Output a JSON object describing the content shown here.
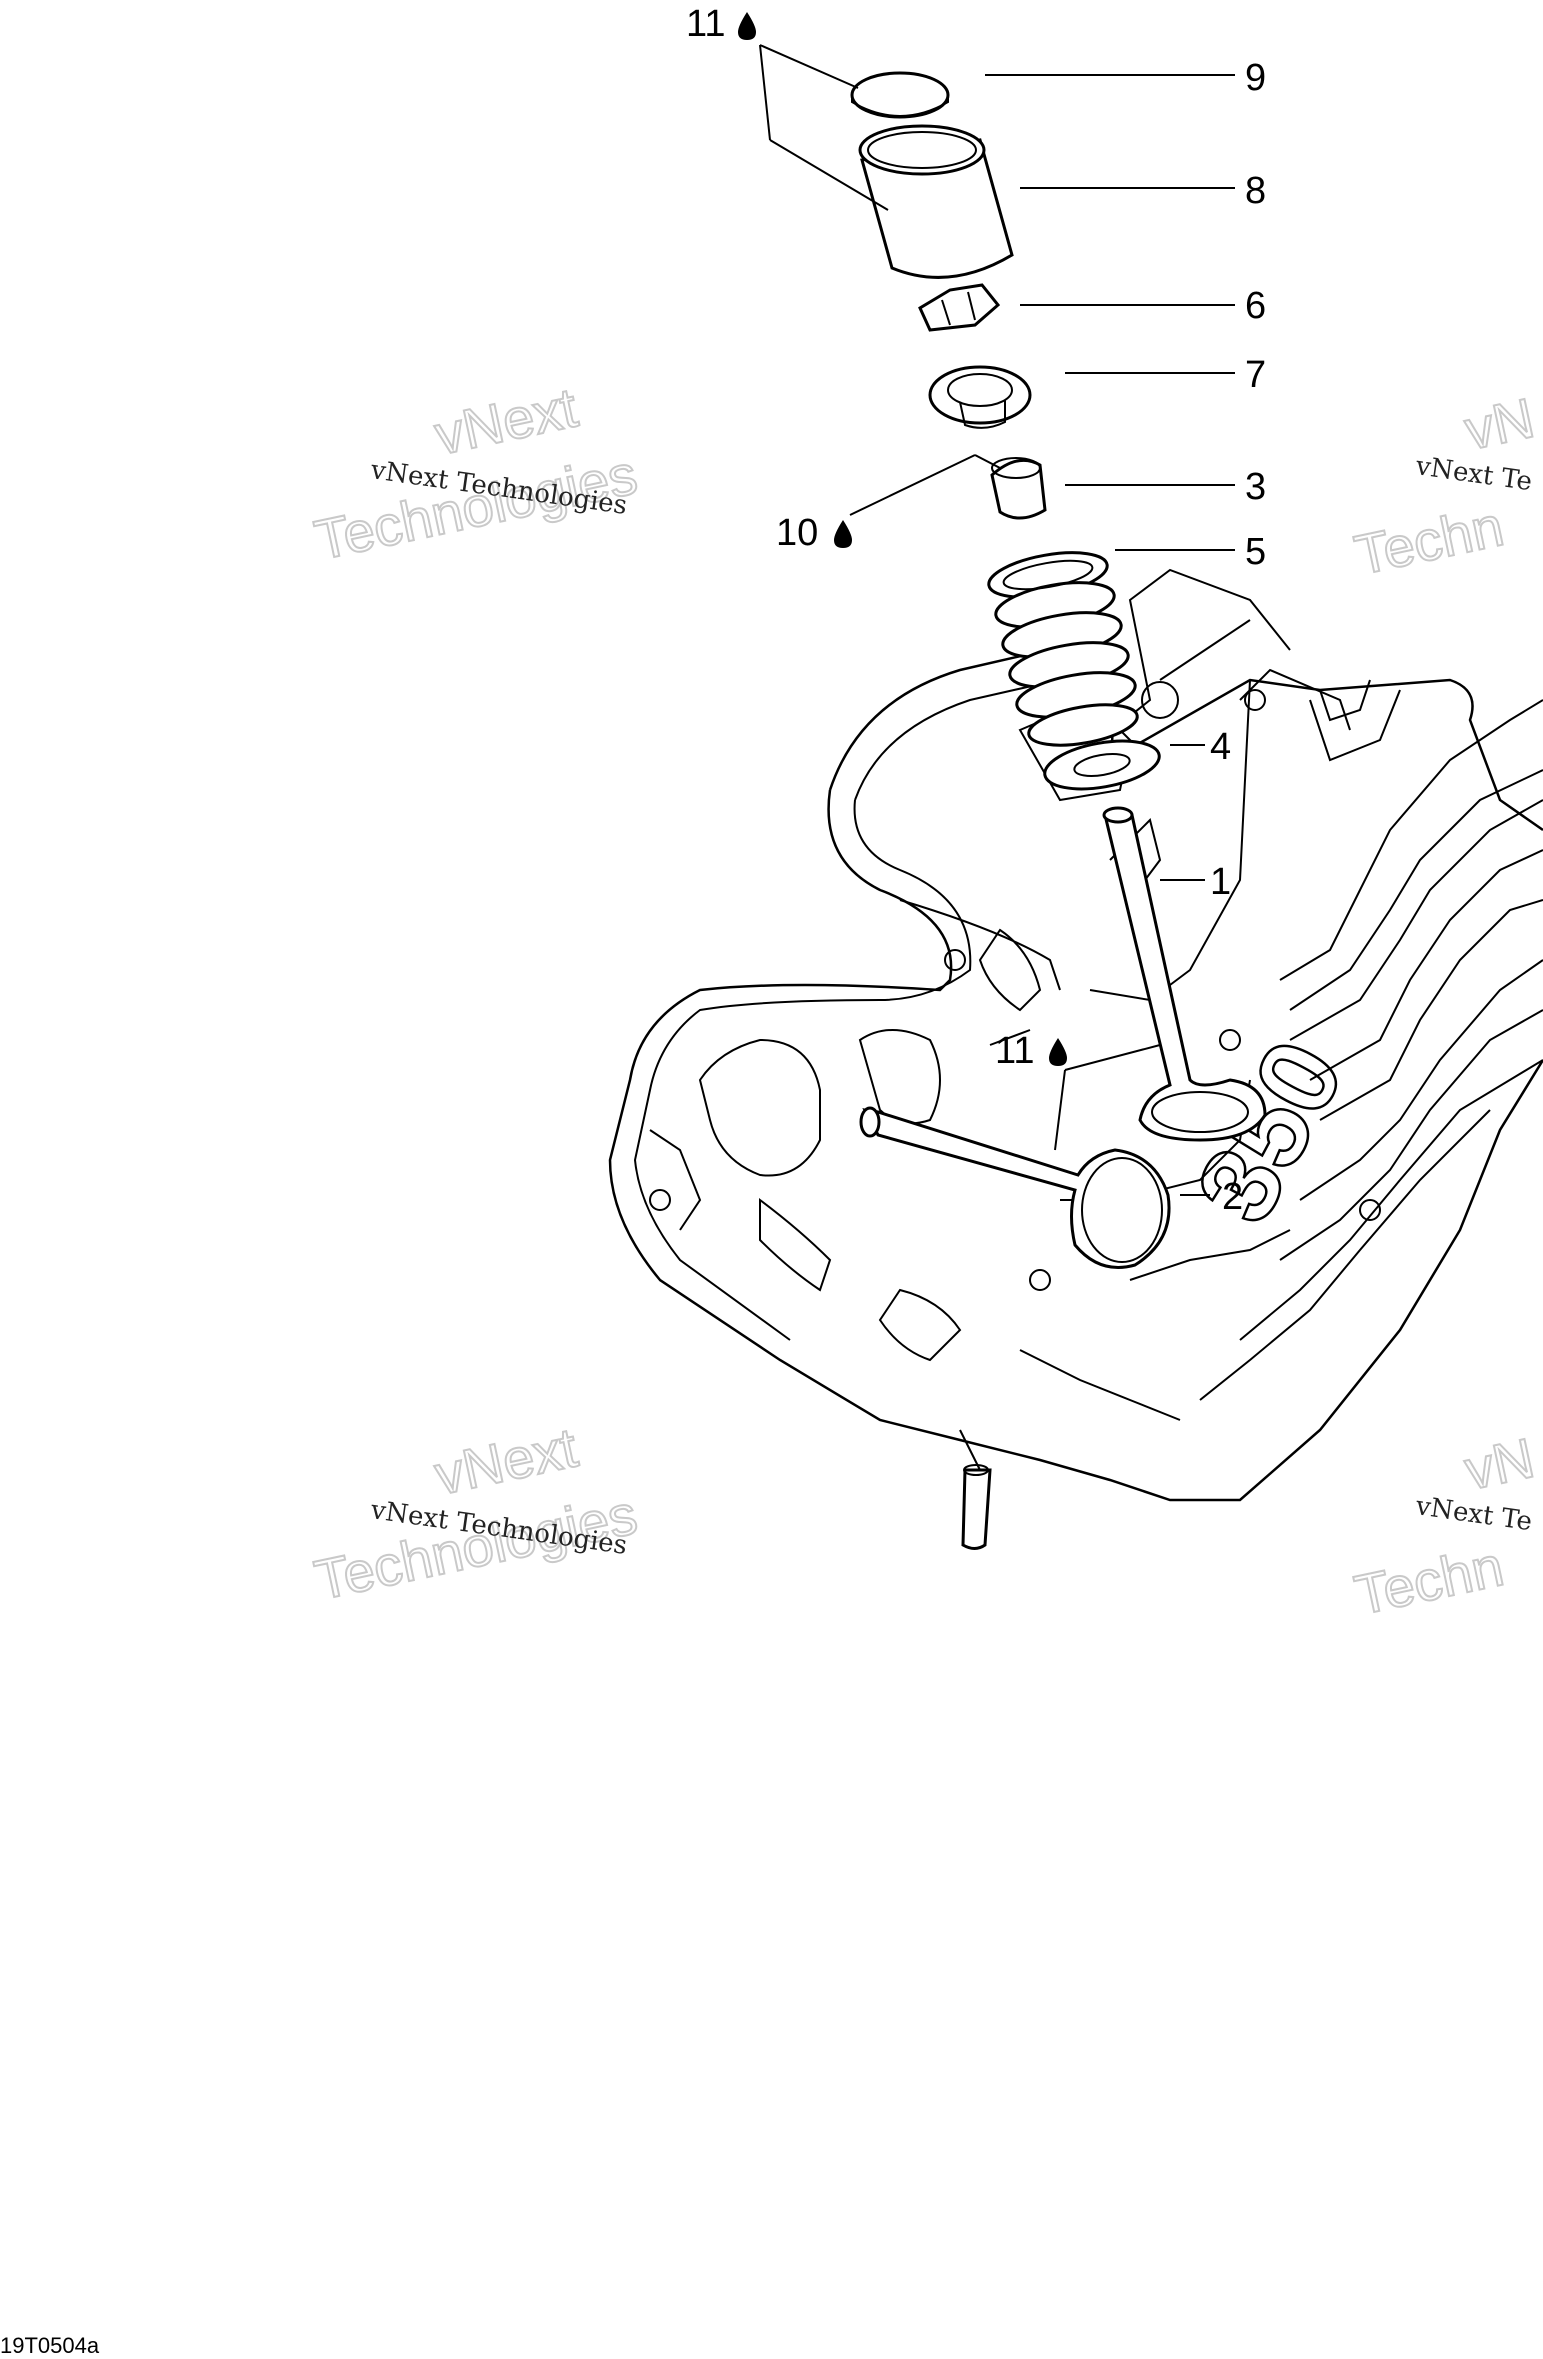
{
  "callouts": [
    {
      "id": "11a",
      "label": "11"
    },
    {
      "id": "9",
      "label": "9"
    },
    {
      "id": "8",
      "label": "8"
    },
    {
      "id": "6",
      "label": "6"
    },
    {
      "id": "7",
      "label": "7"
    },
    {
      "id": "3",
      "label": "3"
    },
    {
      "id": "10",
      "label": "10"
    },
    {
      "id": "5",
      "label": "5"
    },
    {
      "id": "4",
      "label": "4"
    },
    {
      "id": "1",
      "label": "1"
    },
    {
      "id": "11b",
      "label": "11"
    },
    {
      "id": "2",
      "label": "2"
    }
  ],
  "watermark": {
    "small": "vNext Technologies",
    "big_line1": "vNext",
    "big_line2": "Technologies",
    "small_right": "vNext Te",
    "big_right1": "vN",
    "big_right2": "Techn"
  },
  "engine_marking": "350",
  "figure_code": "19T0504a",
  "colors": {
    "line": "#000000",
    "watermark": "#c9c9c9",
    "background": "#ffffff"
  }
}
